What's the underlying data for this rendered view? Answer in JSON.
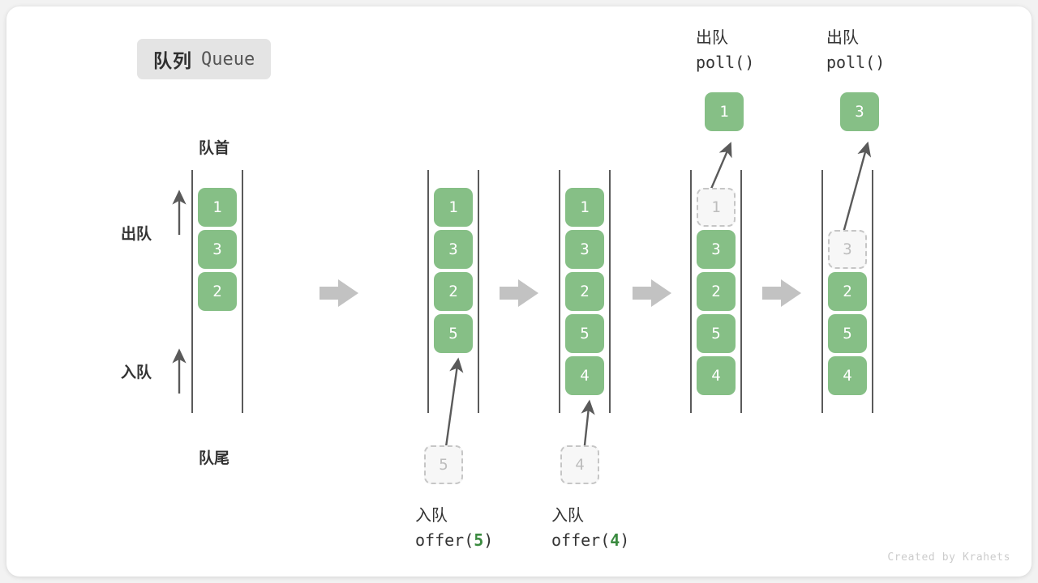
{
  "title_badge": {
    "cn": "队列",
    "en": "Queue"
  },
  "labels": {
    "head": "队首",
    "tail": "队尾",
    "dequeue": "出队",
    "enqueue": "入队"
  },
  "colors": {
    "element_fill": "#86bf86",
    "element_text": "#ffffff",
    "ghost_fill": "#f7f7f7",
    "ghost_border": "#c6c6c6",
    "ghost_text": "#bdbdbd",
    "rail": "#5a5a5a",
    "arrow": "#5a5a5a",
    "step_arrow": "#c2c2c2",
    "badge_bg": "#e4e4e4",
    "highlight": "#3a8a3f",
    "card_bg": "#ffffff",
    "page_bg": "#f2f2f2"
  },
  "captions": {
    "offer5": {
      "cn": "入队",
      "code_prefix": "offer(",
      "code_value": "5",
      "code_suffix": ")"
    },
    "offer4": {
      "cn": "入队",
      "code_prefix": "offer(",
      "code_value": "4",
      "code_suffix": ")"
    },
    "poll1": {
      "cn": "出队",
      "code": "poll()"
    },
    "poll2": {
      "cn": "出队",
      "code": "poll()"
    }
  },
  "stages": [
    {
      "name": "initial",
      "items": [
        {
          "value": "1",
          "state": "filled"
        },
        {
          "value": "3",
          "state": "filled"
        },
        {
          "value": "2",
          "state": "filled"
        }
      ],
      "incoming": null,
      "outgoing": null
    },
    {
      "name": "after-offer-5",
      "items": [
        {
          "value": "1",
          "state": "filled"
        },
        {
          "value": "3",
          "state": "filled"
        },
        {
          "value": "2",
          "state": "filled"
        },
        {
          "value": "5",
          "state": "filled"
        }
      ],
      "incoming": {
        "value": "5",
        "state": "ghost"
      },
      "outgoing": null
    },
    {
      "name": "after-offer-4",
      "items": [
        {
          "value": "1",
          "state": "filled"
        },
        {
          "value": "3",
          "state": "filled"
        },
        {
          "value": "2",
          "state": "filled"
        },
        {
          "value": "5",
          "state": "filled"
        },
        {
          "value": "4",
          "state": "filled"
        }
      ],
      "incoming": {
        "value": "4",
        "state": "ghost"
      },
      "outgoing": null
    },
    {
      "name": "after-poll-1",
      "items": [
        {
          "value": "1",
          "state": "ghost"
        },
        {
          "value": "3",
          "state": "filled"
        },
        {
          "value": "2",
          "state": "filled"
        },
        {
          "value": "5",
          "state": "filled"
        },
        {
          "value": "4",
          "state": "filled"
        }
      ],
      "incoming": null,
      "outgoing": {
        "value": "1",
        "state": "filled"
      }
    },
    {
      "name": "after-poll-3",
      "items": [
        {
          "value": "3",
          "state": "ghost"
        },
        {
          "value": "2",
          "state": "filled"
        },
        {
          "value": "5",
          "state": "filled"
        },
        {
          "value": "4",
          "state": "filled"
        }
      ],
      "incoming": null,
      "outgoing": {
        "value": "3",
        "state": "filled"
      }
    }
  ],
  "credit": "Created by Krahets"
}
